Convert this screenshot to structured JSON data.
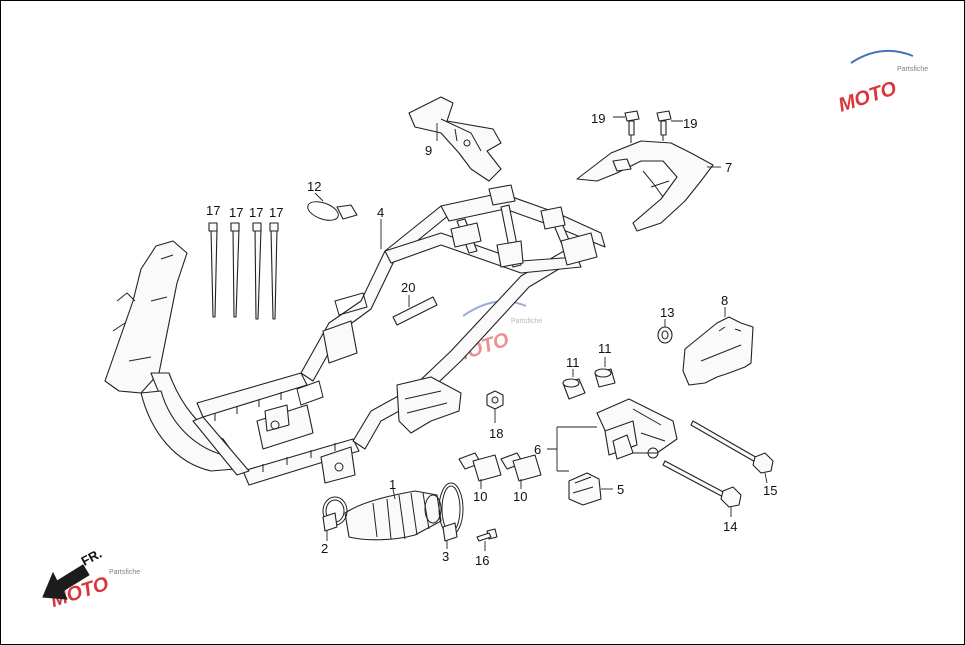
{
  "diagram": {
    "type": "exploded-parts-diagram",
    "callouts": [
      "1",
      "2",
      "3",
      "4",
      "5",
      "6",
      "7",
      "8",
      "9",
      "10",
      "10",
      "11",
      "11",
      "12",
      "13",
      "14",
      "15",
      "16",
      "17",
      "17",
      "17",
      "17",
      "18",
      "19",
      "19",
      "20"
    ],
    "direction_label": "FR."
  },
  "watermark": {
    "text": "MOTO",
    "subtext": "Partsfiche",
    "colors": {
      "red": "#d8363a",
      "blue": "#4a6fb5",
      "gray": "#7f7f7f"
    }
  },
  "colors": {
    "line": "#222222",
    "background": "#ffffff",
    "arrow": "#1c1c1c"
  }
}
